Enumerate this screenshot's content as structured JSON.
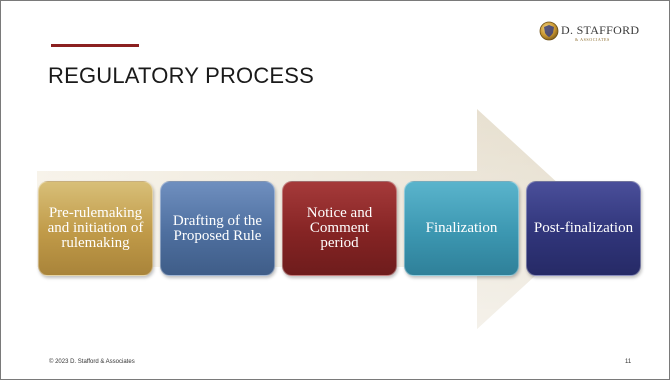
{
  "slide": {
    "title": "REGULATORY PROCESS",
    "accent_color": "#8b2020",
    "logo": {
      "name": "D. STAFFORD",
      "sub": "& ASSOCIATES",
      "icon": "shield-logo-icon"
    },
    "steps": [
      {
        "label": "Pre-rulemaking and initiation of rulemaking",
        "color": "#c09a48"
      },
      {
        "label": "Drafting of the Proposed Rule",
        "color": "#4e6f9f"
      },
      {
        "label": "Notice and Comment period",
        "color": "#852424"
      },
      {
        "label": "Finalization",
        "color": "#3c97b1"
      },
      {
        "label": "Post-finalization",
        "color": "#30357a"
      }
    ],
    "footer": "© 2023 D. Stafford & Associates",
    "page_number": "11"
  }
}
